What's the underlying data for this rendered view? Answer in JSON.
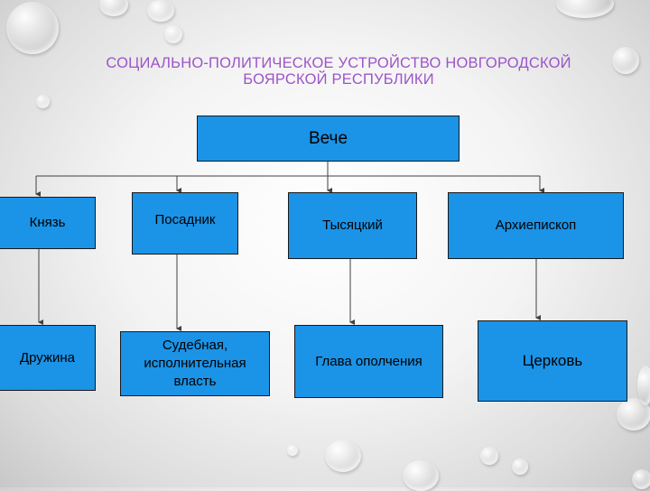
{
  "title_line1": "СОЦИАЛЬНО-ПОЛИТИЧЕСКОЕ УСТРОЙСТВО НОВГОРОДСКОЙ",
  "title_line2": "БОЯРСКОЙ РЕСПУБЛИКИ",
  "root": "Вече",
  "branches": [
    {
      "top": "Князь",
      "bottom": "Дружина"
    },
    {
      "top": "Посадник",
      "bottom": "Судебная,\nисполнительная\nвласть"
    },
    {
      "top": "Тысяцкий",
      "bottom": "Глава ополчения"
    },
    {
      "top": "Архиепископ",
      "bottom": "Церковь"
    }
  ],
  "colors": {
    "box_fill": "#1b93e6",
    "title": "#9b55c8",
    "connector": "#404040"
  }
}
